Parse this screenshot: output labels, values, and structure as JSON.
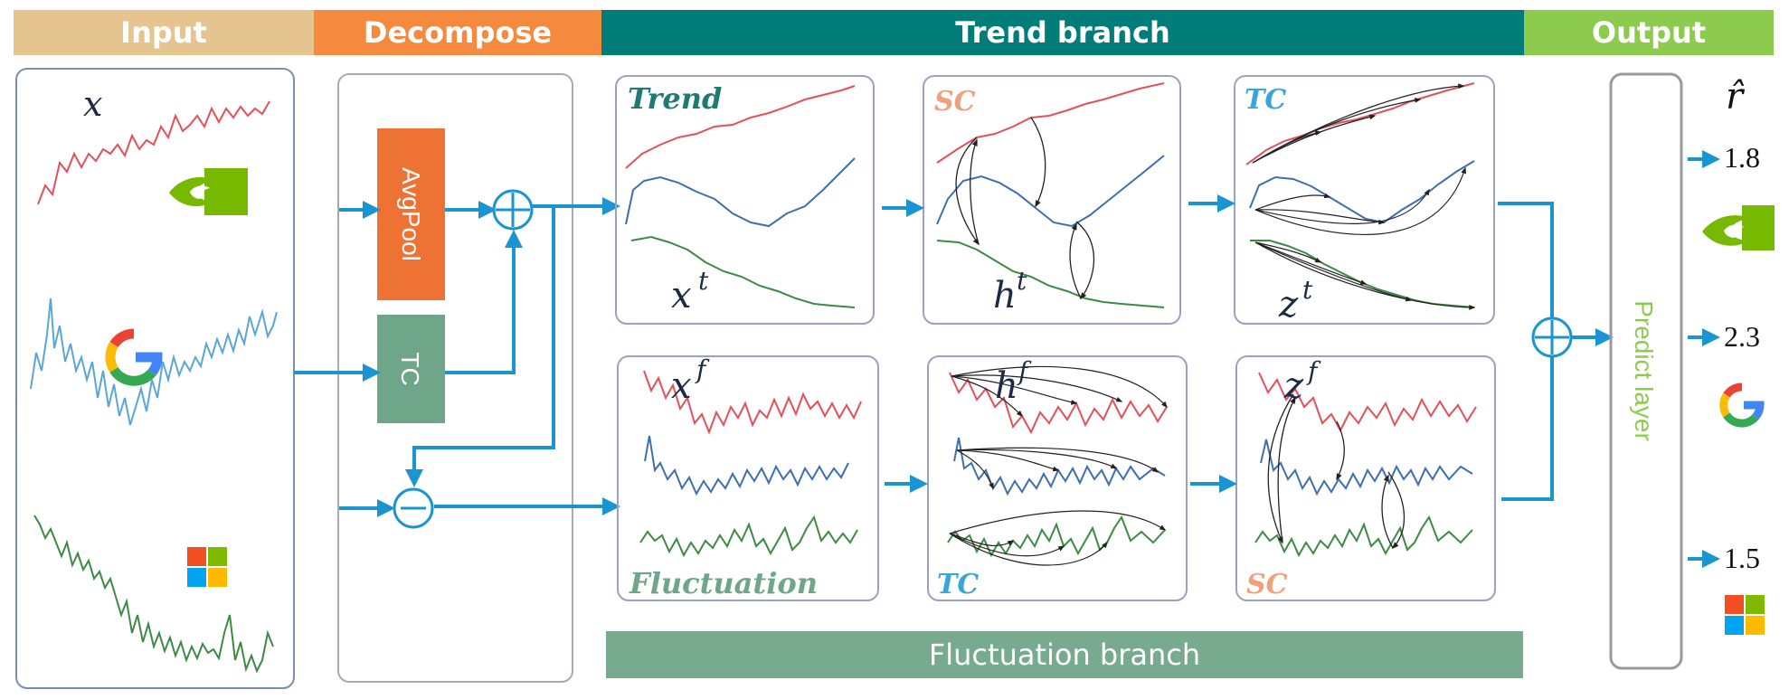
{
  "headers": {
    "input": "Input",
    "decompose": "Decompose",
    "trend_branch": "Trend branch",
    "output": "Output"
  },
  "footer": {
    "fluctuation_branch": "Fluctuation branch"
  },
  "decompose": {
    "avgpool": "AvgPool",
    "tc": "TC"
  },
  "symbols": {
    "x": "x",
    "xt": "x",
    "xt_sup": "t",
    "ht": "h",
    "ht_sup": "t",
    "zt": "z",
    "zt_sup": "t",
    "xf": "x",
    "xf_sup": "f",
    "hf": "h",
    "hf_sup": "f",
    "zf": "z",
    "zf_sup": "f",
    "rhat": "r̂"
  },
  "panel_labels": {
    "trend": "Trend",
    "sc_top": "SC",
    "tc_top": "TC",
    "fluctuation": "Fluctuation",
    "tc_bottom": "TC",
    "sc_bottom": "SC"
  },
  "predict_layer": "Predict layer",
  "outputs": [
    "1.8",
    "2.3",
    "1.5"
  ],
  "colors": {
    "input_header": "#e5c48f",
    "decompose_header": "#f5893d",
    "trend_header": "#007d78",
    "output_header": "#8ccb4e",
    "avgpool_box": "#ee7233",
    "tc_box": "#6fa68a",
    "arrow": "#1a95d1",
    "series_red": "#e4505a",
    "series_blue": "#3d6fb0",
    "series_green": "#3d8a45",
    "label_teal": "#1f7a72",
    "label_salmon": "#f0a07a",
    "label_sky": "#3aa5db",
    "label_fluct": "#6fa68a",
    "predict_text": "#8ccb4e"
  },
  "icons": [
    "nvidia-logo-icon",
    "google-logo-icon",
    "microsoft-logo-icon"
  ]
}
